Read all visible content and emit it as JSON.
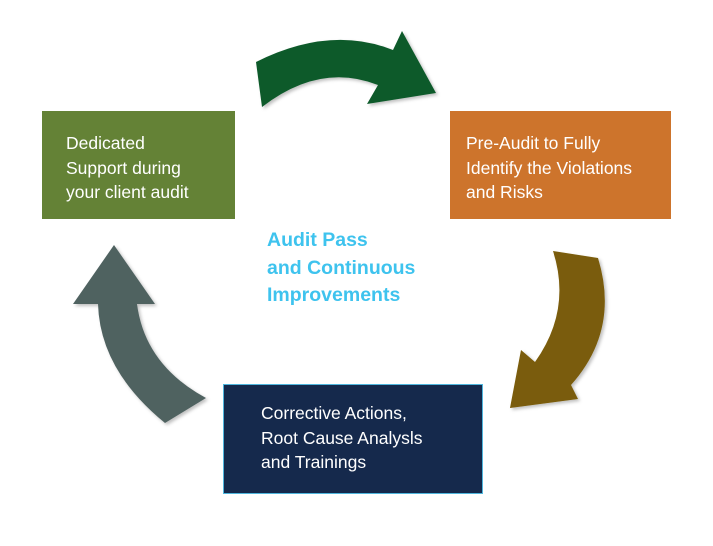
{
  "diagram": {
    "type": "cycle",
    "center_label": [
      "Audit Pass",
      "and Continuous",
      "Improvements"
    ],
    "steps": [
      {
        "id": "preaudit",
        "lines": [
          "Pre-Audit to Fully",
          "Identify the Violations",
          "and Risks"
        ],
        "color": "#cd742c"
      },
      {
        "id": "corrective",
        "lines": [
          "Corrective Actions,",
          "Root Cause Analysls",
          "and Trainings"
        ],
        "color": "#15294c"
      },
      {
        "id": "support",
        "lines": [
          "Dedicated",
          "Support during",
          "your client audit"
        ],
        "color": "#648236"
      }
    ],
    "arrows": [
      {
        "from": "support",
        "to": "preaudit",
        "color": "#0f5a2c"
      },
      {
        "from": "preaudit",
        "to": "corrective",
        "color": "#7a5b07"
      },
      {
        "from": "corrective",
        "to": "support",
        "color": "#4f6261"
      }
    ]
  }
}
